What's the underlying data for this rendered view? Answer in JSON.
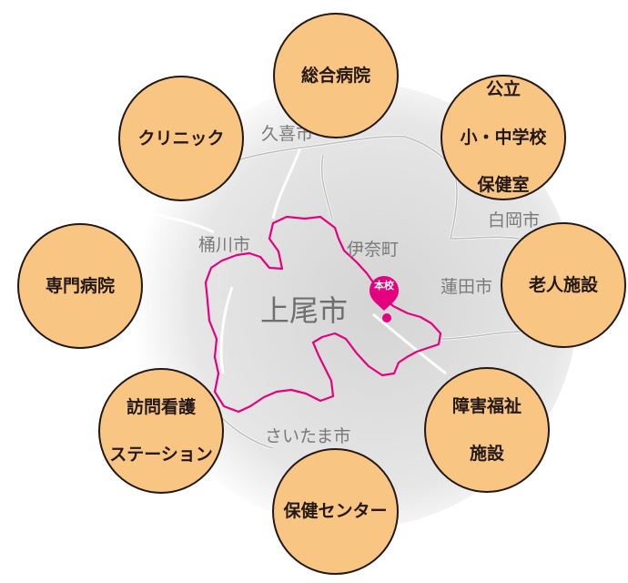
{
  "map": {
    "main_city": "上尾市",
    "neighbors": {
      "kuki": "久喜市",
      "okegawa": "桶川市",
      "ina": "伊奈町",
      "shiraoka": "白岡市",
      "hasuda": "蓮田市",
      "saitama": "さいたま市"
    },
    "school_label": "本校",
    "colors": {
      "boundary": "#e4007f",
      "land": "#dcdcdc",
      "facility_fill": "#f8c682",
      "facility_border": "#231815"
    }
  },
  "facilities": [
    {
      "id": "general-hospital",
      "lines": [
        "総合病院"
      ]
    },
    {
      "id": "public-school-health-room",
      "lines": [
        "公立",
        "小・中学校",
        "保健室"
      ]
    },
    {
      "id": "elderly-facility",
      "lines": [
        "老人施設"
      ]
    },
    {
      "id": "disability-welfare-facility",
      "lines": [
        "障害福祉",
        "施設"
      ]
    },
    {
      "id": "health-center",
      "lines": [
        "保健センター"
      ]
    },
    {
      "id": "home-nursing-station",
      "lines": [
        "訪問看護",
        "ステーション"
      ]
    },
    {
      "id": "specialty-hospital",
      "lines": [
        "専門病院"
      ]
    },
    {
      "id": "clinic",
      "lines": [
        "クリニック"
      ]
    }
  ]
}
